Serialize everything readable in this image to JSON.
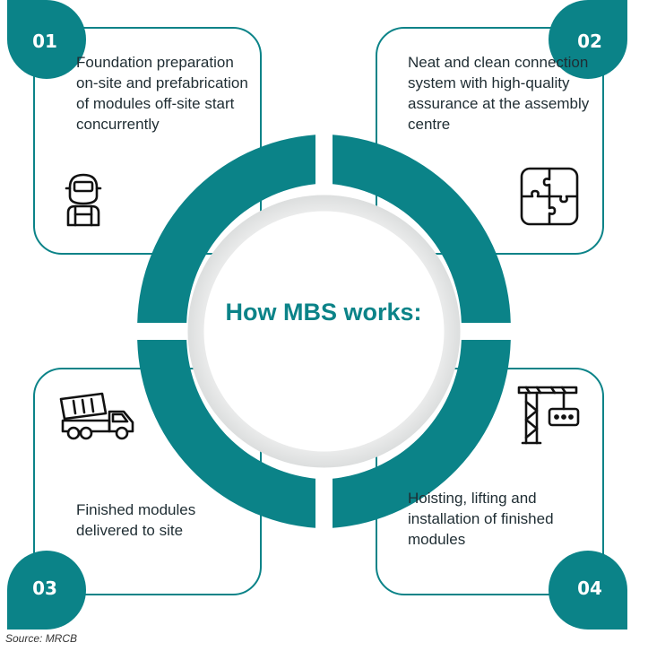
{
  "title": "How MBS works:",
  "steps": [
    {
      "number": "01",
      "text": "Foundation preparation on-site and prefabrication of modules off-site start concurrently",
      "icon": "worker-icon"
    },
    {
      "number": "02",
      "text": "Neat and clean connection system with high-quality assurance at the assembly centre",
      "icon": "puzzle-icon"
    },
    {
      "number": "03",
      "text": "Finished modules delivered to site",
      "icon": "truck-icon"
    },
    {
      "number": "04",
      "text": "Hoisting, lifting and installation of finished modules",
      "icon": "crane-icon"
    }
  ],
  "source": "Source: MRCB",
  "colors": {
    "accent": "#0b8388",
    "text": "#1f2d33",
    "ring_inner": "#e9eaea"
  }
}
